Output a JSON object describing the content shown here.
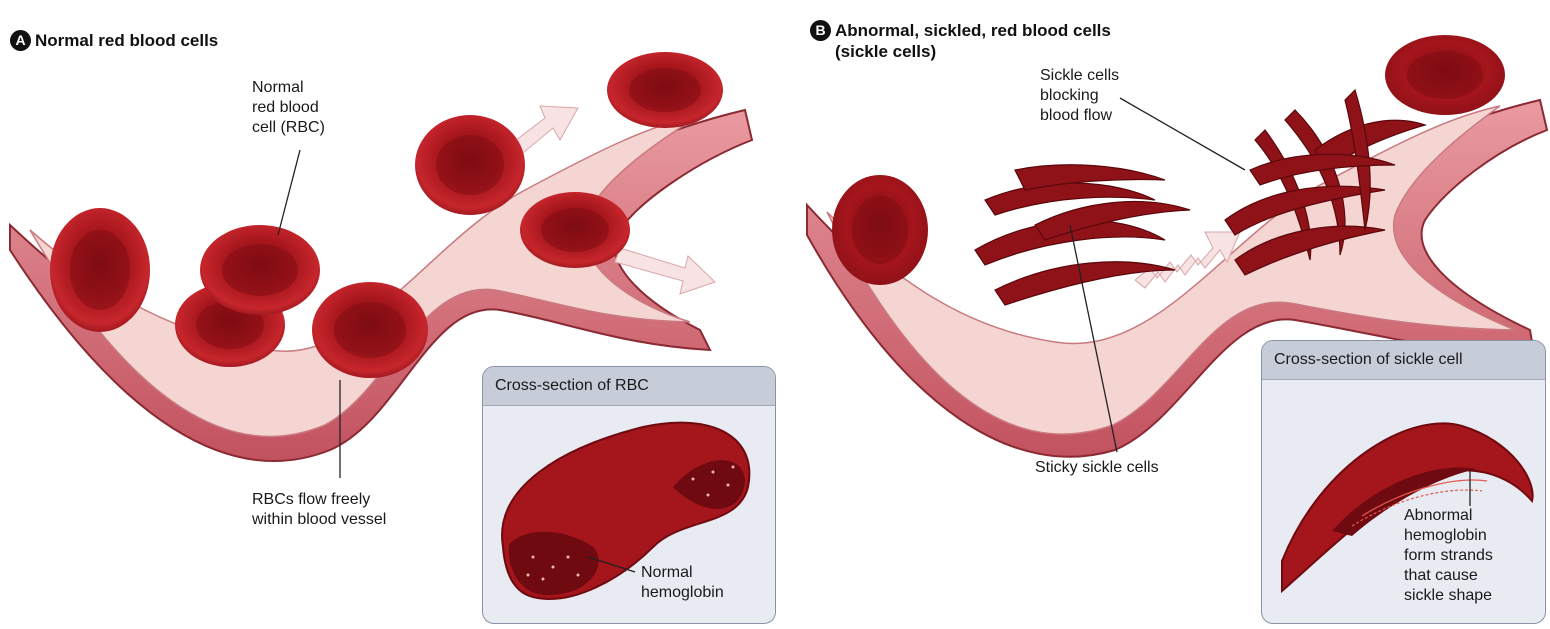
{
  "panel_a": {
    "badge": "A",
    "title": "Normal red blood cells",
    "label_rbc": "Normal\nred blood\ncell (RBC)",
    "label_flow": "RBCs flow freely\nwithin blood vessel",
    "inset_title": "Cross-section of RBC",
    "inset_label": "Normal\nhemoglobin"
  },
  "panel_b": {
    "badge": "B",
    "title": "Abnormal, sickled, red blood cells\n(sickle cells)",
    "label_blocking": "Sickle cells\nblocking\nblood flow",
    "label_sticky": "Sticky sickle cells",
    "inset_title": "Cross-section of sickle cell",
    "inset_label": "Abnormal\nhemoglobin\nform strands\nthat cause\nsickle shape"
  },
  "colors": {
    "vessel_outer": "#c95f6b",
    "vessel_inner": "#f2c9c6",
    "cell": "#a5151c",
    "cell_dark": "#6e0a10",
    "inset_bg": "#e8ebf2",
    "inset_header": "#c7ccd9"
  }
}
